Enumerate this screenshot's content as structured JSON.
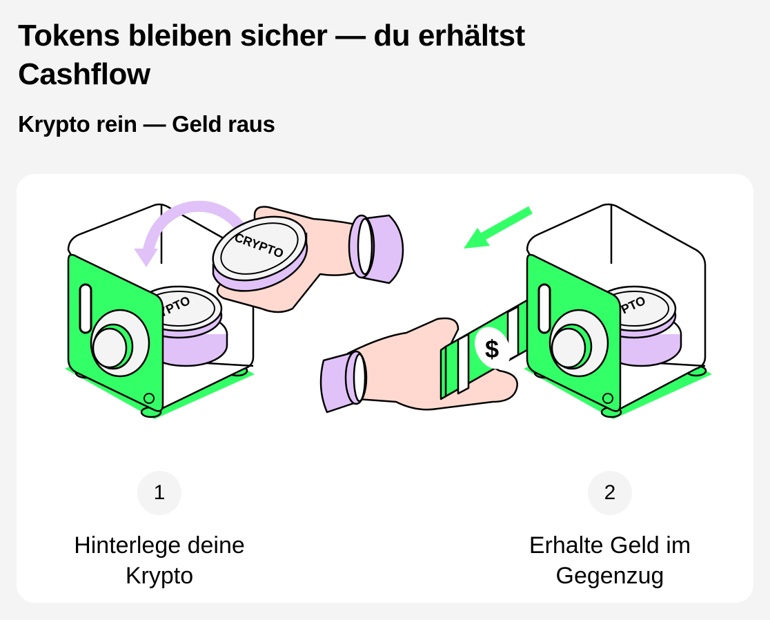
{
  "header": {
    "title": "Tokens bleiben sicher — du erhältst Cashflow",
    "subtitle": "Krypto rein — Geld raus"
  },
  "illustration": {
    "coin_label": "CRYPTO",
    "coin_label_partial": "YPTO",
    "bill_symbol": "$",
    "colors": {
      "green": "#33FF66",
      "purple": "#E0C2F8",
      "skin": "#FFD9CF",
      "coin": "#F4F4F4",
      "outline": "#000000",
      "card_bg": "#FFFFFF",
      "page_bg": "#F4F4F4"
    }
  },
  "steps": [
    {
      "number": "1",
      "label": "Hinterlege deine\nKrypto"
    },
    {
      "number": "2",
      "label": "Erhalte Geld im\nGegenzug"
    }
  ]
}
